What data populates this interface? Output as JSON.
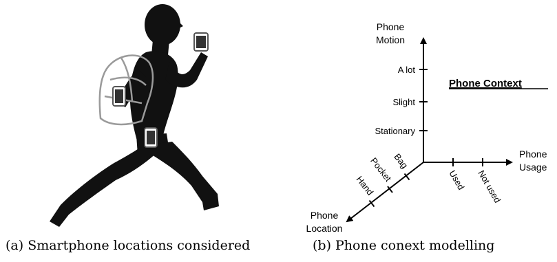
{
  "panel_a": {
    "caption": "(a) Smartphone locations considered"
  },
  "panel_b": {
    "caption": "(b) Phone conext modelling",
    "title": "Phone Context",
    "axes": {
      "motion": {
        "label_line1": "Phone",
        "label_line2": "Motion",
        "ticks": [
          "A lot",
          "Slight",
          "Stationary"
        ]
      },
      "usage": {
        "label_line1": "Phone",
        "label_line2": "Usage",
        "ticks": [
          "Used",
          "Not used"
        ]
      },
      "location": {
        "label_line1": "Phone",
        "label_line2": "Location",
        "ticks": [
          "Bag",
          "Pocket",
          "Hand"
        ]
      }
    }
  },
  "colors": {
    "silhouette": "#111111",
    "ink": "#000000",
    "bag": "#9a9a9a"
  }
}
